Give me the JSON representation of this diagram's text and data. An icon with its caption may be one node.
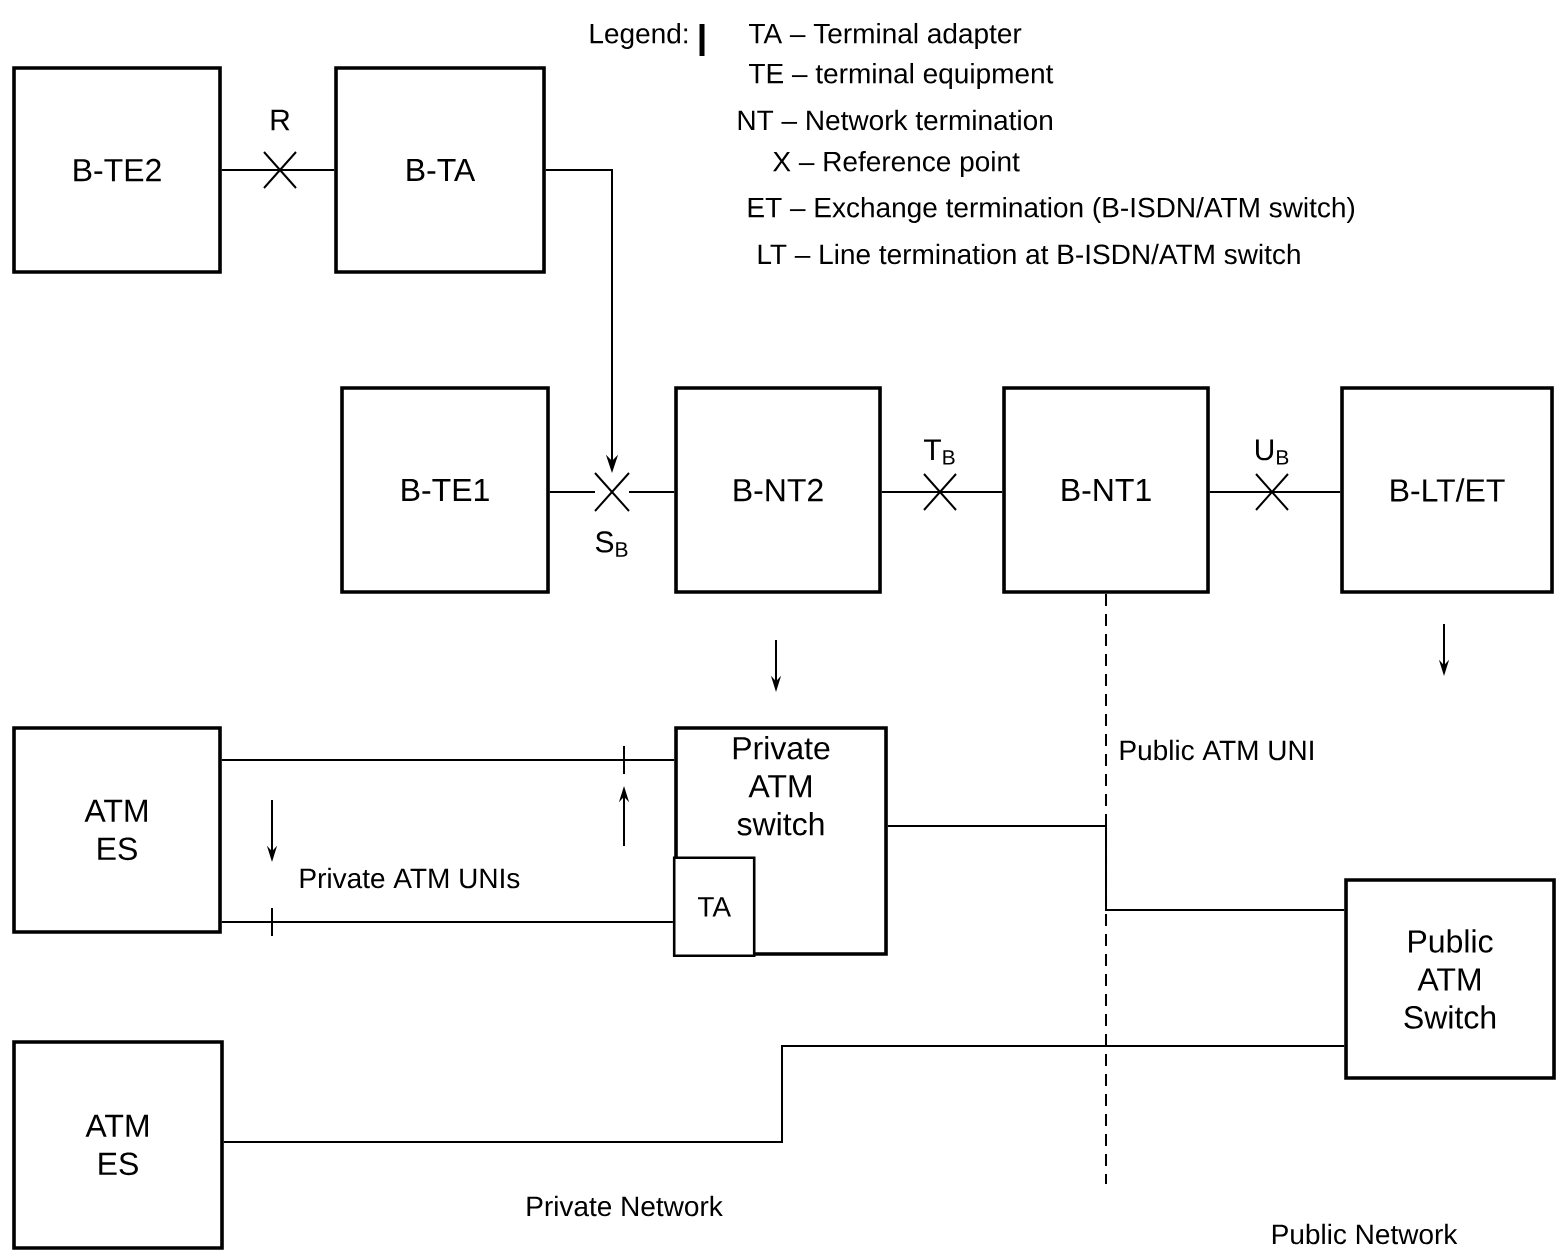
{
  "diagram": {
    "nodes": [
      {
        "text": [
          "B-TE2"
        ]
      },
      {
        "text": [
          "B-TA"
        ]
      },
      {
        "text": [
          "B-TE1"
        ]
      },
      {
        "text": [
          "B-NT2"
        ]
      },
      {
        "text": [
          "B-NT1"
        ]
      },
      {
        "text": [
          "B-LT/ET"
        ]
      },
      {
        "text": [
          "ATM ES"
        ]
      },
      {
        "text": [
          "Private ATM switch"
        ]
      },
      {
        "text": [
          "TA"
        ],
        "in": 7
      },
      {
        "text": [
          "Public ATM Switch"
        ]
      },
      {
        "text": [
          "ATM ES"
        ]
      },
      {
        "text": [],
        "shape": "cross",
        "beside": [
          "S$_{B}$"
        ]
      }
    ],
    "edges": [
      {
        "from": 0,
        "to": 1,
        "arrow": "none",
        "label": "R"
      },
      {
        "from": 1,
        "to": 11,
        "arrow": "to"
      },
      {
        "from": 2,
        "to": 11,
        "arrow": "none"
      },
      {
        "from": 11,
        "to": 3,
        "arrow": "none"
      },
      {
        "from": 3,
        "to": 4,
        "arrow": "none",
        "label": "T$_{B}$"
      },
      {
        "from": 4,
        "to": 5,
        "arrow": "none",
        "label": "U$_{B}$"
      },
      {
        "from": 6,
        "to": 7,
        "arrow": "none"
      },
      {
        "from": 6,
        "to": 8,
        "arrow": "none"
      },
      {
        "from": 7,
        "to": 9,
        "arrow": "none"
      },
      {
        "from": 10,
        "to": 9,
        "arrow": "none"
      }
    ],
    "labels": [
      "Legend:",
      "TA – Terminal adapter",
      "TE – terminal equipment",
      "NT – Network termination",
      "X – Reference point",
      "ET – Exchange termination (B-ISDN/ATM switch)",
      "LT – Line termination at B-ISDN/ATM switch",
      "Private ATM UNIs",
      "Public ATM UNI",
      "Private Network",
      "Public Network"
    ]
  }
}
